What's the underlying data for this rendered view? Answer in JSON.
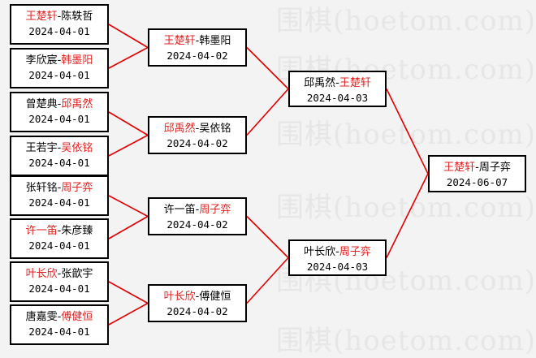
{
  "watermark": "围棋(hoetom.com)",
  "colors": {
    "winner": "#e02020",
    "line": "#e00000",
    "border": "#000000"
  },
  "rounds": [
    {
      "matches": [
        {
          "p1": "王楚轩",
          "p2": "陈轶哲",
          "winner": 1,
          "date": "2024-04-01"
        },
        {
          "p1": "李欣宸",
          "p2": "韩墨阳",
          "winner": 2,
          "date": "2024-04-01"
        },
        {
          "p1": "曾楚典",
          "p2": "邱禹然",
          "winner": 2,
          "date": "2024-04-01"
        },
        {
          "p1": "王若宇",
          "p2": "吴依铭",
          "winner": 2,
          "date": "2024-04-01"
        },
        {
          "p1": "张轩铭",
          "p2": "周子弈",
          "winner": 2,
          "date": "2024-04-01"
        },
        {
          "p1": "许一笛",
          "p2": "朱彦臻",
          "winner": 1,
          "date": "2024-04-01"
        },
        {
          "p1": "叶长欣",
          "p2": "张歆宇",
          "winner": 1,
          "date": "2024-04-01"
        },
        {
          "p1": "唐嘉雯",
          "p2": "傅健恒",
          "winner": 2,
          "date": "2024-04-01"
        }
      ]
    },
    {
      "matches": [
        {
          "p1": "王楚轩",
          "p2": "韩墨阳",
          "winner": 1,
          "date": "2024-04-02"
        },
        {
          "p1": "邱禹然",
          "p2": "吴依铭",
          "winner": 1,
          "date": "2024-04-02"
        },
        {
          "p1": "许一笛",
          "p2": "周子弈",
          "winner": 2,
          "date": "2024-04-02"
        },
        {
          "p1": "叶长欣",
          "p2": "傅健恒",
          "winner": 1,
          "date": "2024-04-02"
        }
      ]
    },
    {
      "matches": [
        {
          "p1": "邱禹然",
          "p2": "王楚轩",
          "winner": 2,
          "date": "2024-04-03"
        },
        {
          "p1": "叶长欣",
          "p2": "周子弈",
          "winner": 2,
          "date": "2024-04-03"
        }
      ]
    },
    {
      "matches": [
        {
          "p1": "王楚轩",
          "p2": "周子弈",
          "winner": 1,
          "date": "2024-06-07"
        }
      ]
    }
  ]
}
